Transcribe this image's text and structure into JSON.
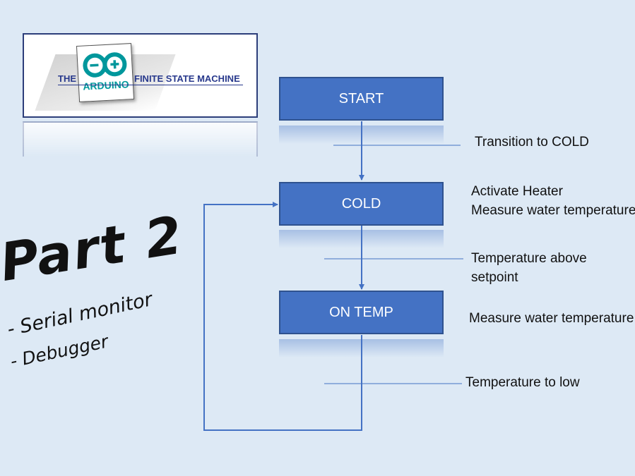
{
  "logo": {
    "prefix": "THE",
    "brand": "ARDUINO",
    "suffix": "FINITE STATE MACHINE"
  },
  "states": [
    {
      "label": "START"
    },
    {
      "label": "COLD"
    },
    {
      "label": "ON TEMP"
    }
  ],
  "transitions": {
    "t1": "Transition to COLD",
    "t2_line1": "Temperature above",
    "t2_line2": "setpoint",
    "t3": "Temperature to low"
  },
  "actions": {
    "cold_line1": "Activate Heater",
    "cold_line2": "Measure water temperature",
    "ontemp": "Measure water temperature"
  },
  "annotation": {
    "title": "Part 2",
    "bullet1": "- Serial monitor",
    "bullet2": "- Debugger"
  },
  "colors": {
    "state_fill": "#4472c4",
    "arrow": "#4472c4",
    "background": "#dde9f5"
  }
}
